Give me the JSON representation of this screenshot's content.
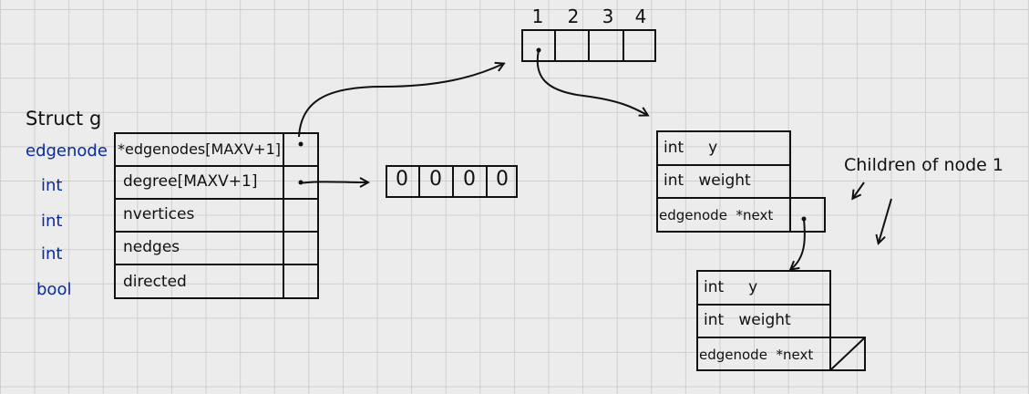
{
  "struct": {
    "title": "Struct g",
    "types": [
      "edgenode",
      "int",
      "int",
      "int",
      "bool"
    ],
    "fields": [
      "*edgenodes[MAXV+1]",
      "degree[MAXV+1]",
      "nvertices",
      "nedges",
      "directed"
    ]
  },
  "degree_array": {
    "values": [
      "0",
      "0",
      "0",
      "0"
    ]
  },
  "edgenodes_array": {
    "indices": [
      "1",
      "2",
      "3",
      "4"
    ]
  },
  "node1": {
    "rows": [
      "int     y",
      "int   weight",
      "edgenode  *next"
    ]
  },
  "node2": {
    "rows": [
      "int     y",
      "int   weight",
      "edgenode  *next"
    ]
  },
  "annotation": {
    "text": "Children of node 1"
  },
  "colors": {
    "ink": "#111111",
    "type_blue": "#0a2a9e",
    "grid": "#cfcfcf",
    "paper": "#ececec"
  }
}
